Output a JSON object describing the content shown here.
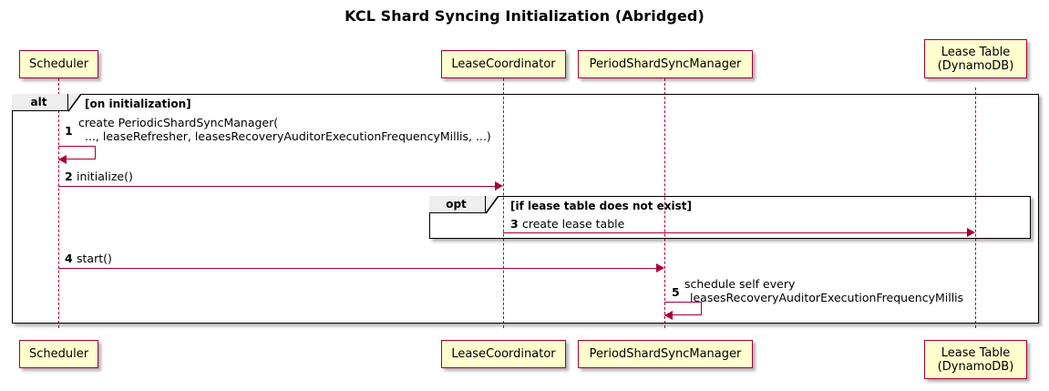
{
  "diagram": {
    "title": "KCL Shard Syncing Initialization (Abridged)",
    "type": "uml-sequence-diagram",
    "colors": {
      "participant_fill": "#FEFECE",
      "participant_border": "#A80036",
      "message_color": "#A80036",
      "fragment_border": "#000000",
      "fragment_tab_fill": "#EEEEEE",
      "background": "#FFFFFF"
    }
  },
  "participants": [
    {
      "id": "scheduler",
      "label": "Scheduler",
      "lines": [
        "Scheduler"
      ]
    },
    {
      "id": "lease-coordinator",
      "label": "LeaseCoordinator",
      "lines": [
        "LeaseCoordinator"
      ]
    },
    {
      "id": "period-shard-sync-manager",
      "label": "PeriodShardSyncManager",
      "lines": [
        "PeriodShardSyncManager"
      ]
    },
    {
      "id": "lease-table",
      "label": "Lease Table (DynamoDB)",
      "lines": [
        "Lease Table",
        "(DynamoDB)"
      ]
    }
  ],
  "fragments": [
    {
      "id": "alt",
      "operator": "alt",
      "guard": "[on initialization]"
    },
    {
      "id": "opt",
      "operator": "opt",
      "guard": "[if lease table does not exist]"
    }
  ],
  "messages": [
    {
      "number": "1",
      "from": "scheduler",
      "to": "scheduler",
      "self_call": true,
      "lines": [
        "create PeriodicShardSyncManager(",
        "..., leaseRefresher, leasesRecoveryAuditorExecutionFrequencyMillis, ...)"
      ]
    },
    {
      "number": "2",
      "from": "scheduler",
      "to": "lease-coordinator",
      "self_call": false,
      "lines": [
        "initialize()"
      ]
    },
    {
      "number": "3",
      "from": "lease-coordinator",
      "to": "lease-table",
      "self_call": false,
      "lines": [
        "create lease table"
      ]
    },
    {
      "number": "4",
      "from": "scheduler",
      "to": "period-shard-sync-manager",
      "self_call": false,
      "lines": [
        "start()"
      ]
    },
    {
      "number": "5",
      "from": "period-shard-sync-manager",
      "to": "period-shard-sync-manager",
      "self_call": true,
      "lines": [
        "schedule self every",
        "leasesRecoveryAuditorExecutionFrequencyMillis"
      ]
    }
  ]
}
